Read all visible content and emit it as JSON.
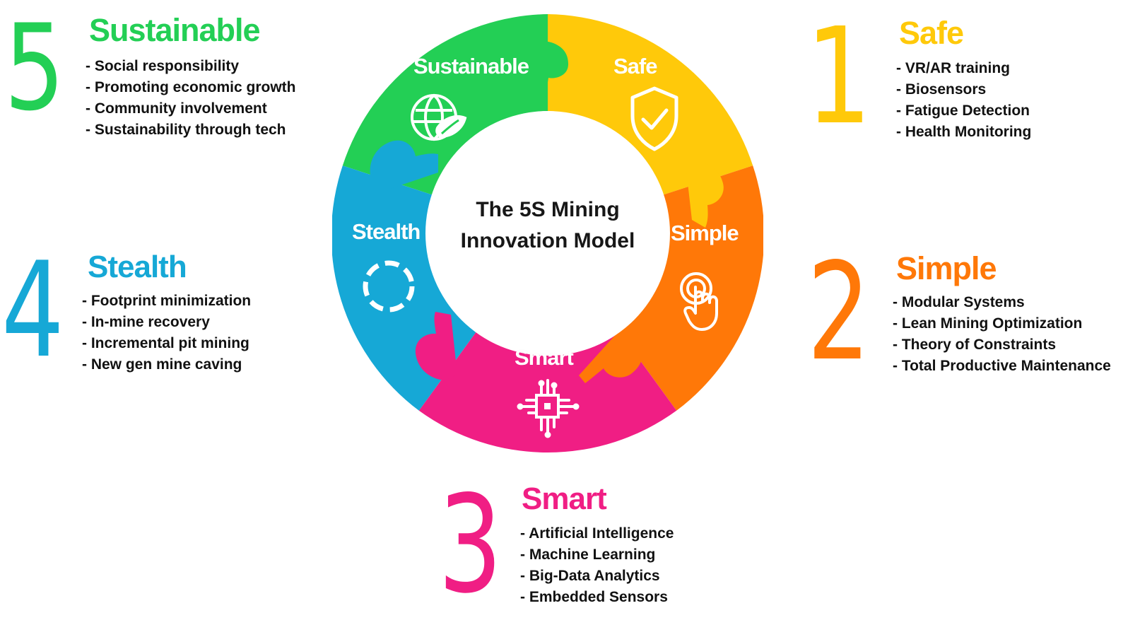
{
  "diagram": {
    "title": "The 5S Mining Innovation Model",
    "center_title_line1": "The 5S Mining",
    "center_title_line2": "Innovation Model",
    "colors": {
      "sustainable": "#23CF55",
      "safe": "#FFC90A",
      "simple": "#FF7808",
      "smart": "#F01E84",
      "stealth": "#16A8D6",
      "text": "#171717",
      "white": "#FFFFFF"
    },
    "segments": [
      {
        "key": "sustainable",
        "label": "Sustainable",
        "icon": "globe-leaf-icon"
      },
      {
        "key": "safe",
        "label": "Safe",
        "icon": "shield-check-icon"
      },
      {
        "key": "simple",
        "label": "Simple",
        "icon": "touch-hand-icon"
      },
      {
        "key": "smart",
        "label": "Smart",
        "icon": "chip-icon"
      },
      {
        "key": "stealth",
        "label": "Stealth",
        "icon": "dashed-circle-icon"
      }
    ]
  },
  "items": [
    {
      "number": "5",
      "title": "Sustainable",
      "color": "#23CF55",
      "bullets": [
        "Social responsibility",
        "Promoting economic growth",
        "Community involvement",
        "Sustainability through tech"
      ]
    },
    {
      "number": "1",
      "title": "Safe",
      "color": "#FFC90A",
      "bullets": [
        "VR/AR training",
        "Biosensors",
        "Fatigue Detection",
        "Health Monitoring"
      ]
    },
    {
      "number": "4",
      "title": "Stealth",
      "color": "#16A8D6",
      "bullets": [
        "Footprint minimization",
        "In-mine recovery",
        "Incremental pit mining",
        "New gen mine caving"
      ]
    },
    {
      "number": "2",
      "title": "Simple",
      "color": "#FF7808",
      "bullets": [
        "Modular Systems",
        "Lean Mining Optimization",
        "Theory of Constraints",
        "Total Productive Maintenance"
      ]
    },
    {
      "number": "3",
      "title": "Smart",
      "color": "#F01E84",
      "bullets": [
        "Artificial Intelligence",
        "Machine Learning",
        "Big-Data Analytics",
        "Embedded Sensors"
      ]
    }
  ]
}
